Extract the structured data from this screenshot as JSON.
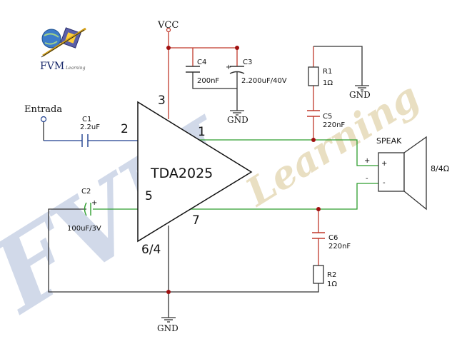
{
  "logo": {
    "brand": "FVM",
    "sub": "Learning"
  },
  "watermark": {
    "big": "FVM",
    "small": "Learning"
  },
  "amp": {
    "label": "TDA2025"
  },
  "pins": {
    "p1": "1",
    "p2": "2",
    "p3": "3",
    "p5": "5",
    "p6_4": "6/4",
    "p7": "7"
  },
  "power": {
    "vcc": "VCC",
    "gnd_c3": "GND",
    "gnd_r1": "GND",
    "gnd_bottom": "GND"
  },
  "input": {
    "label": "Entrada"
  },
  "components": {
    "c1": {
      "name": "C1",
      "value": "2.2uF"
    },
    "c2": {
      "name": "C2",
      "value": "100uF/3V",
      "polarity": "+"
    },
    "c3": {
      "name": "C3",
      "value": "2.200uF/40V",
      "polarity": "+"
    },
    "c4": {
      "name": "C4",
      "value": "200nF"
    },
    "c5": {
      "name": "C5",
      "value": "220nF"
    },
    "c6": {
      "name": "C6",
      "value": "220nF"
    },
    "r1": {
      "name": "R1",
      "value": "1Ω"
    },
    "r2": {
      "name": "R2",
      "value": "1Ω"
    }
  },
  "speaker": {
    "label": "SPEAK",
    "impedance": "8/4Ω",
    "plus": "+",
    "minus": "-"
  },
  "colors": {
    "supply_wire": "#c0392b",
    "input_wire": "#1f3f8f",
    "output_wire": "#2e9e2e",
    "ground_wire": "#333333",
    "node": "#a01010",
    "watermark_blue": "#c9d3e6",
    "watermark_gold": "#e7dcbc"
  }
}
